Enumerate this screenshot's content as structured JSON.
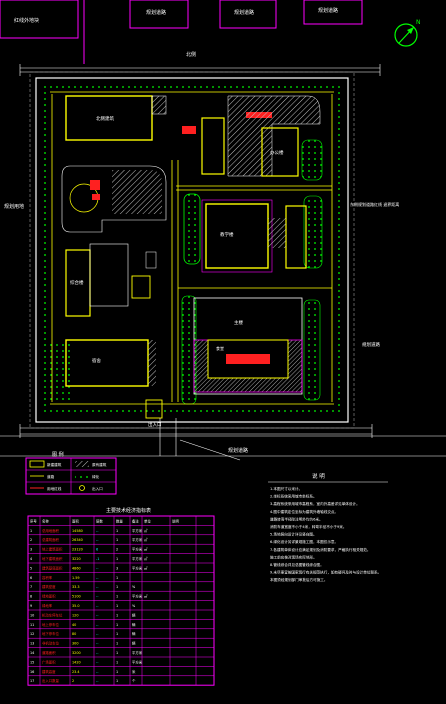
{
  "drawing": {
    "background": "#000000",
    "colors": {
      "magenta": "#ff00ff",
      "white": "#ffffff",
      "yellow": "#ffff00",
      "green": "#00ff00",
      "red": "#ff2020",
      "cyan": "#00ffff",
      "gray": "#9a9a9a",
      "hatch": "#bdbdbd"
    },
    "top_boxes": [
      "红线外地块",
      "规划道路",
      "规划道路",
      "规划道路"
    ],
    "top_label": "北侧",
    "road_labels": {
      "south": "规划道路",
      "east": "规划道路"
    },
    "west_label": "规划用地",
    "north_arrow_label": "N",
    "east_note": "东侧规划道路红线 退界距离",
    "gate_label": "出入口",
    "buildings": [
      {
        "name": "北侧建筑"
      },
      {
        "name": "教学楼"
      },
      {
        "name": "综合楼"
      },
      {
        "name": "办公楼"
      },
      {
        "name": "宿舍"
      },
      {
        "name": "食堂"
      },
      {
        "name": "主楼"
      }
    ],
    "legend": {
      "title": "图 例",
      "rows": [
        {
          "a": "新建建筑",
          "b": "原有建筑"
        },
        {
          "a": "道路",
          "b": "绿化"
        },
        {
          "a": "用地红线",
          "b": "出入口"
        }
      ]
    },
    "table": {
      "title": "主要技术经济指标表",
      "headers": [
        "序号",
        "名称",
        "面积",
        "层数",
        "数量",
        "备注",
        "单位",
        "说明"
      ],
      "rows": [
        [
          "1",
          "总用地面积",
          "14580",
          "--",
          "1",
          "平方米",
          "㎡",
          ""
        ],
        [
          "2",
          "总建筑面积",
          "26340",
          "--",
          "1",
          "平方米",
          "㎡",
          ""
        ],
        [
          "3",
          "地上建筑面积",
          "23120",
          "6",
          "2",
          "平方米",
          "㎡",
          ""
        ],
        [
          "4",
          "地下建筑面积",
          "3220",
          "-1",
          "1",
          "平方米",
          "㎡",
          ""
        ],
        [
          "5",
          "建筑基底面积",
          "4860",
          "--",
          "3",
          "平方米",
          "㎡",
          ""
        ],
        [
          "6",
          "容积率",
          "1.59",
          "--",
          "1",
          "",
          "",
          ""
        ],
        [
          "7",
          "建筑密度",
          "33.3",
          "--",
          "1",
          "%",
          "",
          ""
        ],
        [
          "8",
          "绿地面积",
          "5100",
          "--",
          "1",
          "平方米",
          "㎡",
          ""
        ],
        [
          "9",
          "绿地率",
          "35.0",
          "--",
          "1",
          "%",
          "",
          ""
        ],
        [
          "10",
          "机动车停车位",
          "120",
          "--",
          "1",
          "辆",
          "",
          ""
        ],
        [
          "11",
          "地上停车位",
          "40",
          "--",
          "1",
          "辆",
          "",
          ""
        ],
        [
          "12",
          "地下停车位",
          "80",
          "--",
          "1",
          "辆",
          "",
          ""
        ],
        [
          "13",
          "非机动车位",
          "300",
          "--",
          "1",
          "辆",
          "",
          ""
        ],
        [
          "14",
          "道路面积",
          "3200",
          "--",
          "1",
          "平方米",
          "",
          ""
        ],
        [
          "15",
          "广场面积",
          "1420",
          "--",
          "1",
          "平方米",
          "",
          ""
        ],
        [
          "16",
          "建筑高度",
          "23.4",
          "--",
          "1",
          "米",
          "",
          ""
        ],
        [
          "17",
          "出入口数量",
          "2",
          "--",
          "1",
          "个",
          "",
          ""
        ]
      ]
    },
    "notes": {
      "title": "说 明",
      "lines": [
        "1.本图尺寸以米计。",
        "2.坐标系统采用城市坐标系。",
        "3.高程系统采用城市高程系，室内外高差详见单体设计。",
        "4.图中建筑定位坐标为建筑外墙轴线交点。",
        "   道路转弯半径除注明外均为6米。",
        "   消防车道宽度不小于4米，转弯半径不小于9米。",
        "5.场地竖向设计详见竖向图。",
        "6.绿化设计另详景观施工图，本图仅示意。",
        "7.各建筑单体设计应满足规划及消防要求，严格执行相关规范。",
        "   施工前应核对现场实际地形。",
        "8.管线综合详见总图管线综合图。",
        "9.未尽事宜按国家现行有关规范执行，如有疑问及时与设计单位联系。",
        "   本图须经规划部门审批后方可施工。"
      ]
    }
  }
}
